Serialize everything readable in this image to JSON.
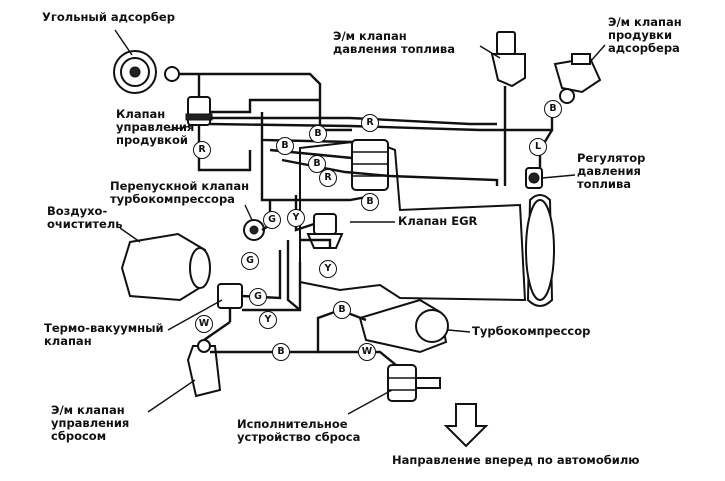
{
  "labels": {
    "coal_adsorber": "Угольный адсорбер",
    "fuel_pressure_valve": "Э/м клапан\nдавления топлива",
    "adsorber_purge_valve": "Э/м клапан\nпродувки\nадсорбера",
    "purge_control_valve": "Клапан\nуправления\nпродувкой",
    "fuel_pressure_regulator": "Регулятор\nдавления\nтоплива",
    "turbo_bypass_valve": "Перепускной клапан\nтурбокомпрессора",
    "air_cleaner": "Воздухо-\nочиститель",
    "egr_valve": "Клапан EGR",
    "thermo_vacuum_valve": "Термо-вакуумный\nклапан",
    "turbocharger": "Турбокомпрессор",
    "wastegate_control_valve": "Э/м клапан\nуправления\nсбросом",
    "wastegate_actuator": "Исполнительное\nустройство сброса",
    "forward_direction": "Направление вперед по автомобилю"
  },
  "hose_codes": {
    "black": "B",
    "red": "R",
    "green": "G",
    "yellow": "Y",
    "white": "W",
    "blue": "L"
  }
}
